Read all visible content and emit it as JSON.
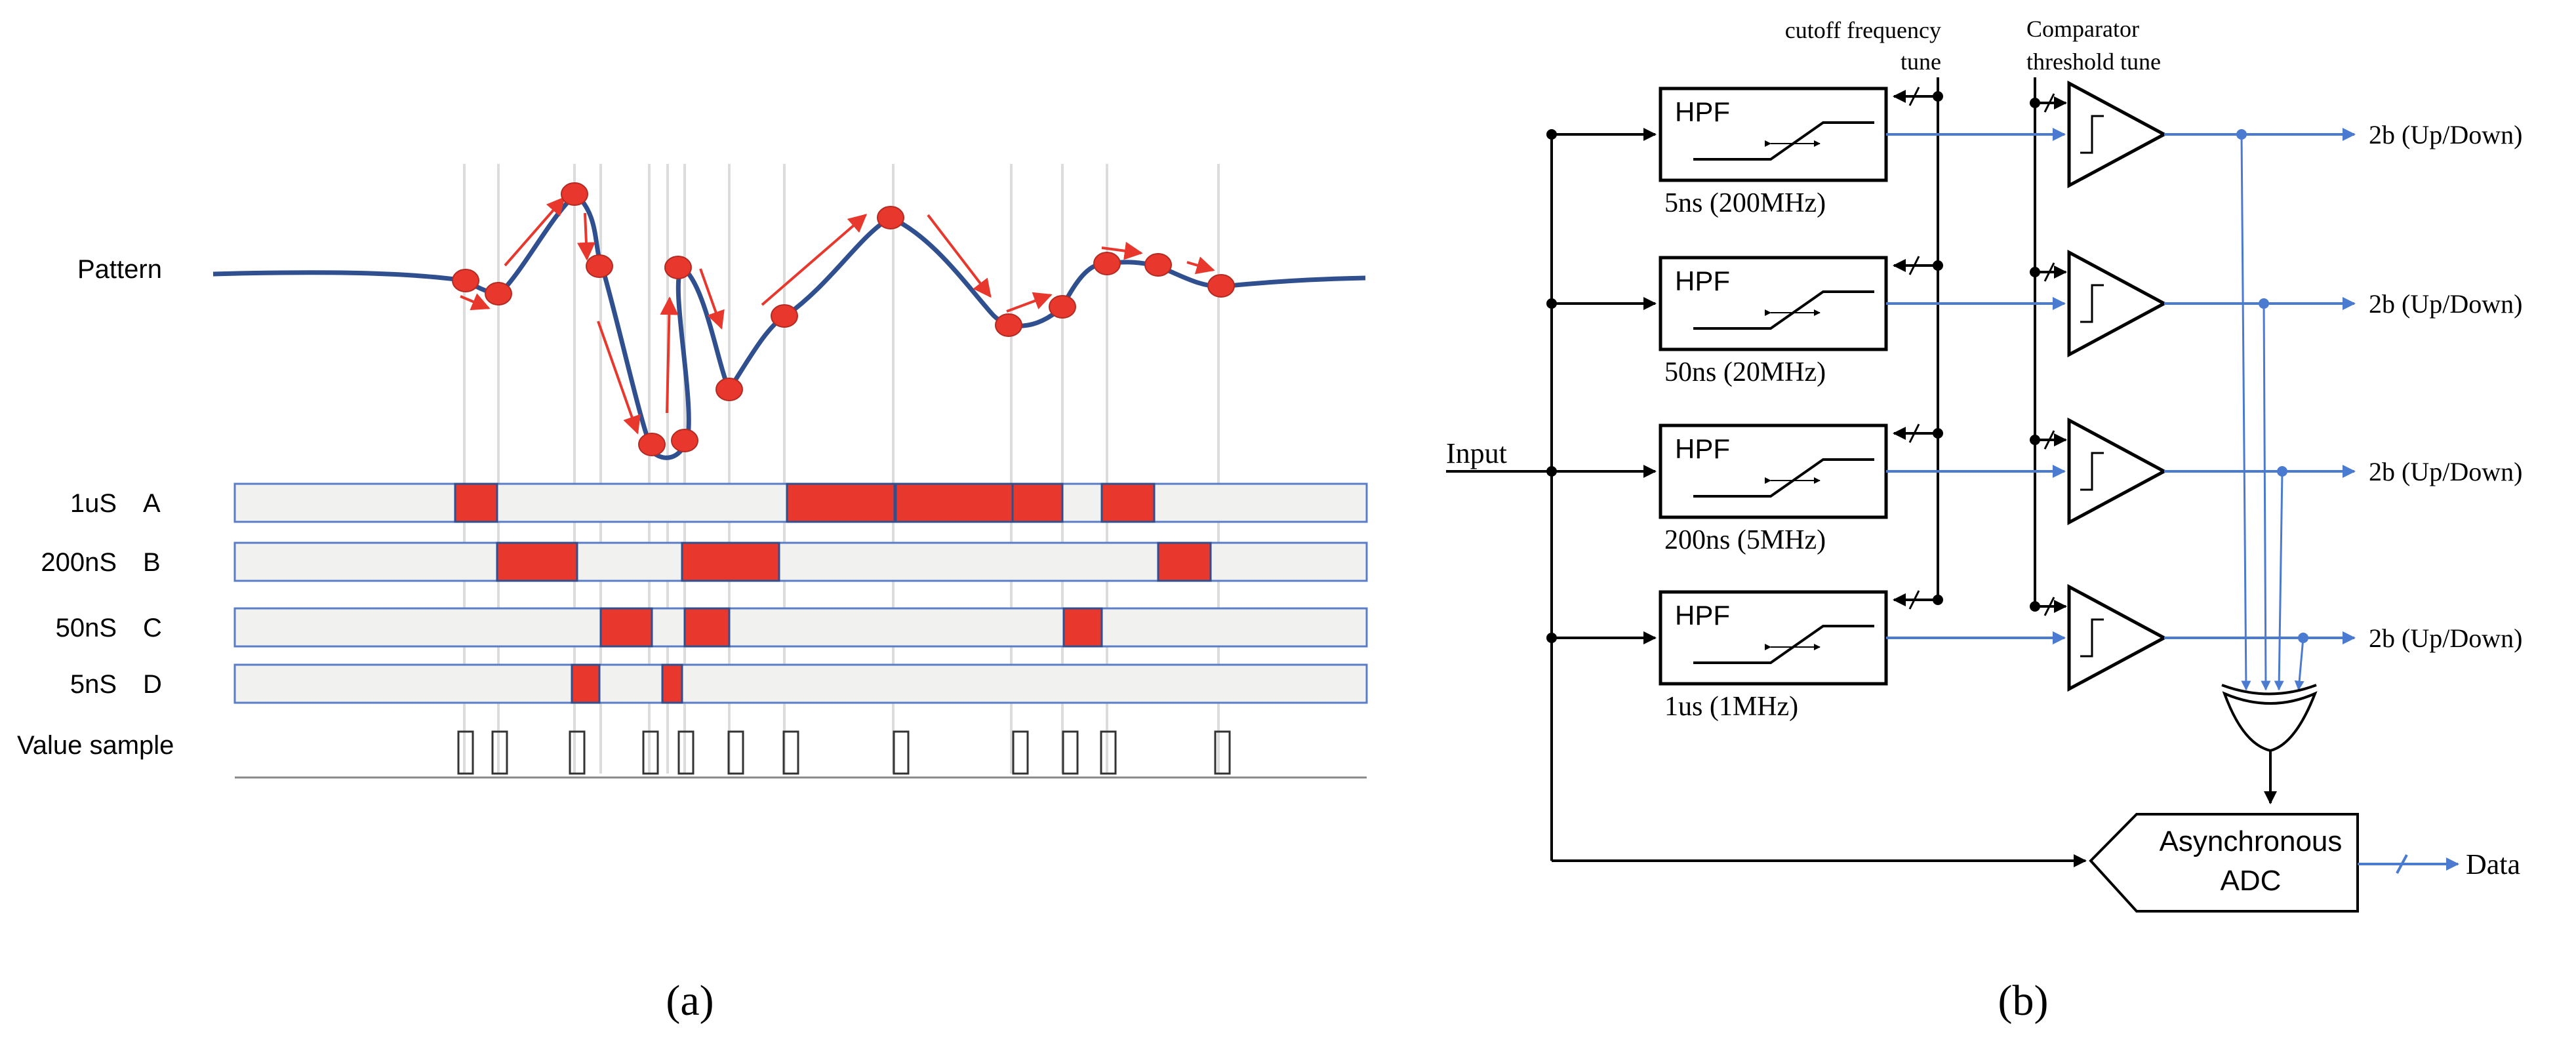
{
  "panel_a": {
    "pattern_label": "Pattern",
    "value_sample_label": "Value sample",
    "rows": [
      {
        "period": "1uS",
        "letter": "A"
      },
      {
        "period": "200nS",
        "letter": "B"
      },
      {
        "period": "50nS",
        "letter": "C"
      },
      {
        "period": "5nS",
        "letter": "D"
      }
    ],
    "caption": "(a)",
    "colors": {
      "waveform": "#2f4f8f",
      "marker": "#e8382d",
      "lane_fill": "#f1f1ef",
      "lane_border": "#5b7dc8",
      "grid": "#dcdcdc"
    }
  },
  "panel_b": {
    "input_label": "Input",
    "cutoff_label_line1": "cutoff frequency",
    "cutoff_label_line2": "tune",
    "comparator_label_line1": "Comparator",
    "comparator_label_line2": "threshold tune",
    "hpf_label": "HPF",
    "filters": [
      {
        "caption": "5ns (200MHz)",
        "output": "2b (Up/Down)"
      },
      {
        "caption": "50ns (20MHz)",
        "output": "2b (Up/Down)"
      },
      {
        "caption": "200ns (5MHz)",
        "output": "2b (Up/Down)"
      },
      {
        "caption": "1us (1MHz)",
        "output": "2b (Up/Down)"
      }
    ],
    "adc_line1": "Asynchronous",
    "adc_line2": "ADC",
    "data_label": "Data",
    "caption": "(b)",
    "colors": {
      "wire": "#000000",
      "signal": "#4a7bd0"
    }
  }
}
